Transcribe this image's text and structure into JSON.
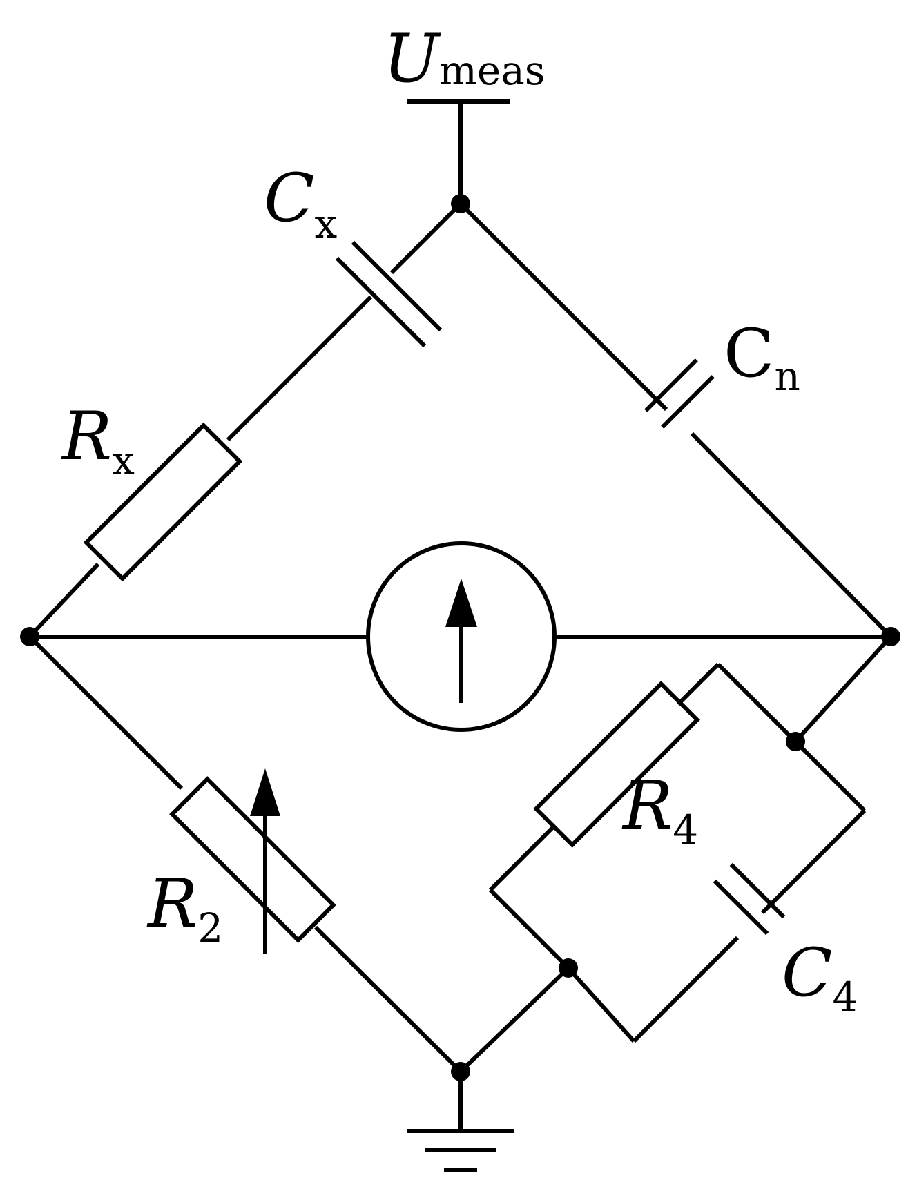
{
  "labels": {
    "source": {
      "main": "U",
      "sub": "meas"
    },
    "cx": {
      "main": "C",
      "sub": "x"
    },
    "cn": {
      "main": "C",
      "sub": "n"
    },
    "rx": {
      "main": "R",
      "sub": "x"
    },
    "r2": {
      "main": "R",
      "sub": "2"
    },
    "r4": {
      "main": "R",
      "sub": "4"
    },
    "c4": {
      "main": "C",
      "sub": "4"
    }
  },
  "colors": {
    "stroke": "#000000",
    "background": "#ffffff"
  },
  "icons": {
    "source_terminal": "terminal-bar-icon",
    "ground": "ground-icon",
    "detector": "galvanometer-arrow-icon",
    "variable_resistor": "variable-arrow-icon"
  }
}
